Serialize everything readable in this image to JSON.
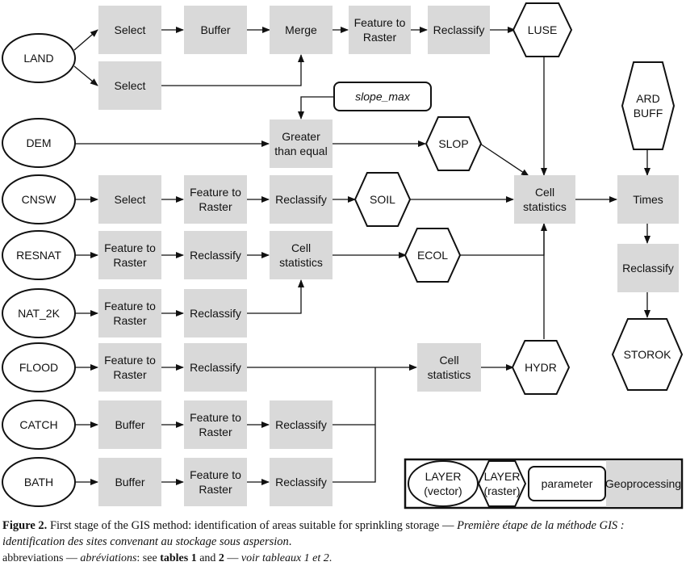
{
  "diagram": {
    "layers_vector": [
      "LAND",
      "DEM",
      "CNSW",
      "RESNAT",
      "NAT_2K",
      "FLOOD",
      "CATCH",
      "BATH"
    ],
    "parameter": "slope_max",
    "layers_raster": {
      "luse": "LUSE",
      "slop": "SLOP",
      "soil": "SOIL",
      "ecol": "ECOL",
      "hydr": "HYDR",
      "ard_buff": [
        "ARD",
        "BUFF"
      ],
      "storok": "STOROK"
    },
    "operations": {
      "select": "Select",
      "buffer": "Buffer",
      "merge": "Merge",
      "feature_to_raster": [
        "Feature to",
        "Raster"
      ],
      "reclassify": "Reclassify",
      "greater_than_equal": [
        "Greater",
        "than equal"
      ],
      "cell_statistics": [
        "Cell",
        "statistics"
      ],
      "times": "Times"
    },
    "legend": {
      "vector": [
        "LAYER",
        "(vector)"
      ],
      "raster": [
        "LAYER",
        "(raster)"
      ],
      "parameter": "parameter",
      "geoprocessing": "Geoprocessing"
    }
  },
  "caption": {
    "figure_label": "Figure 2.",
    "text_en": " First stage of the GIS method: identification of areas suitable for sprinkling storage — ",
    "text_fr": "Première étape de la méthode GIS : identification des sites convenant au stockage sous aspersion",
    "end": ".",
    "abbr_label": "abbreviations — ",
    "abbr_fr": "abréviations",
    "abbr_mid": ": see ",
    "tables_en": "tables 1",
    "and_en": " and ",
    "two_en": "2",
    "dash": " — ",
    "tables_fr": "voir tableaux 1 et 2",
    "abbr_end": "."
  },
  "colors": {
    "process_fill": "#d9d9d9",
    "stroke": "#111111",
    "background": "#ffffff"
  }
}
